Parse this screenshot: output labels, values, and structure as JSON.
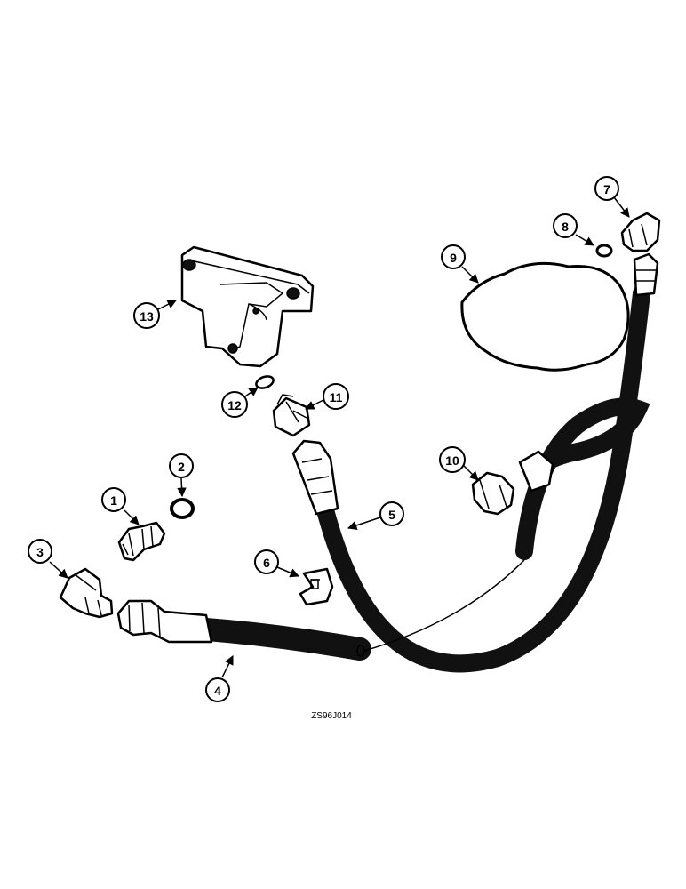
{
  "callouts": [
    {
      "label": "1"
    },
    {
      "label": "2"
    },
    {
      "label": "3"
    },
    {
      "label": "4"
    },
    {
      "label": "5"
    },
    {
      "label": "6"
    },
    {
      "label": "7"
    },
    {
      "label": "8"
    },
    {
      "label": "9"
    },
    {
      "label": "10"
    },
    {
      "label": "11"
    },
    {
      "label": "12"
    },
    {
      "label": "13"
    }
  ],
  "drawing_code": "ZS96J014"
}
